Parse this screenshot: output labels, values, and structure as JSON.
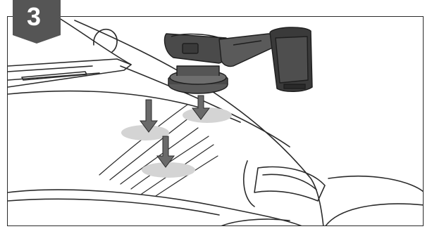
{
  "step": {
    "number": "3"
  },
  "icons": {
    "badge": "step-number-badge",
    "car": "car-hood-illustration",
    "polisher": "cordless-polisher-illustration",
    "arrows": "press-down-arrow-icon",
    "strokes": "polishing-motion-lines"
  },
  "colors": {
    "badge_fill": "#555555",
    "line": "#2b2b2b",
    "shadow": "#d4d4d4",
    "polisher_dark": "#4a4a4a",
    "polisher_accent": "#6a6a6a"
  }
}
